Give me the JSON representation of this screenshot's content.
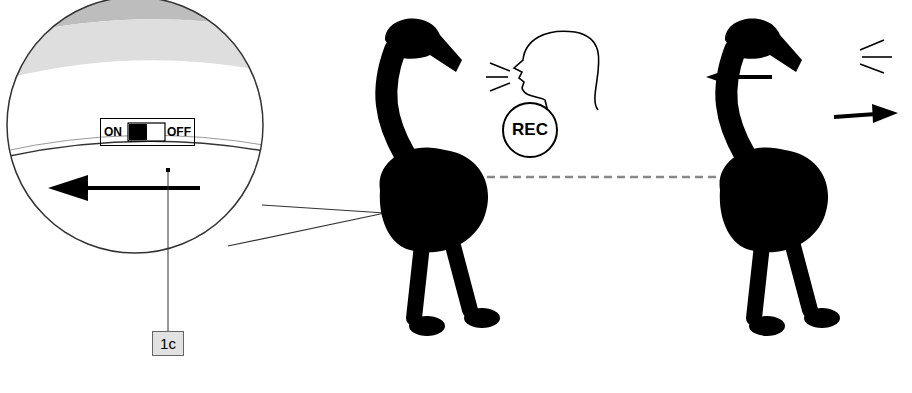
{
  "diagram": {
    "nodes": [
      {
        "text": [
          "ON",
          "OFF"
        ]
      },
      {
        "text": [
          "REC"
        ]
      },
      {
        "text": [
          "1c"
        ]
      }
    ]
  }
}
